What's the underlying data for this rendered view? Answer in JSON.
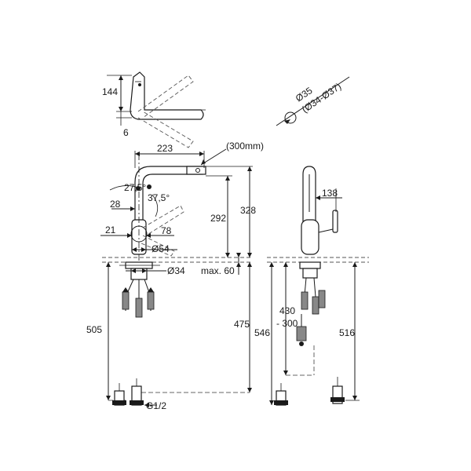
{
  "dimensions": {
    "top_height": "144",
    "top_base": "6",
    "diameter_35": "Ø35",
    "diameter_range": "(Ø34-Ø37)",
    "reach_223": "223",
    "pullout": "(300mm)",
    "angle_27": "27,5°",
    "angle_37": "37,5°",
    "dim_28": "28",
    "dim_21": "21",
    "dim_78": "78",
    "diameter_54": "Ø54",
    "diameter_34": "Ø34",
    "max_60": "max. 60",
    "height_292": "292",
    "height_328": "328",
    "side_138": "138",
    "dim_505": "505",
    "dim_475": "475",
    "dim_546": "546",
    "dim_430": "430",
    "dim_300": "- 300",
    "dim_516": "516",
    "thread": "G1/2"
  }
}
